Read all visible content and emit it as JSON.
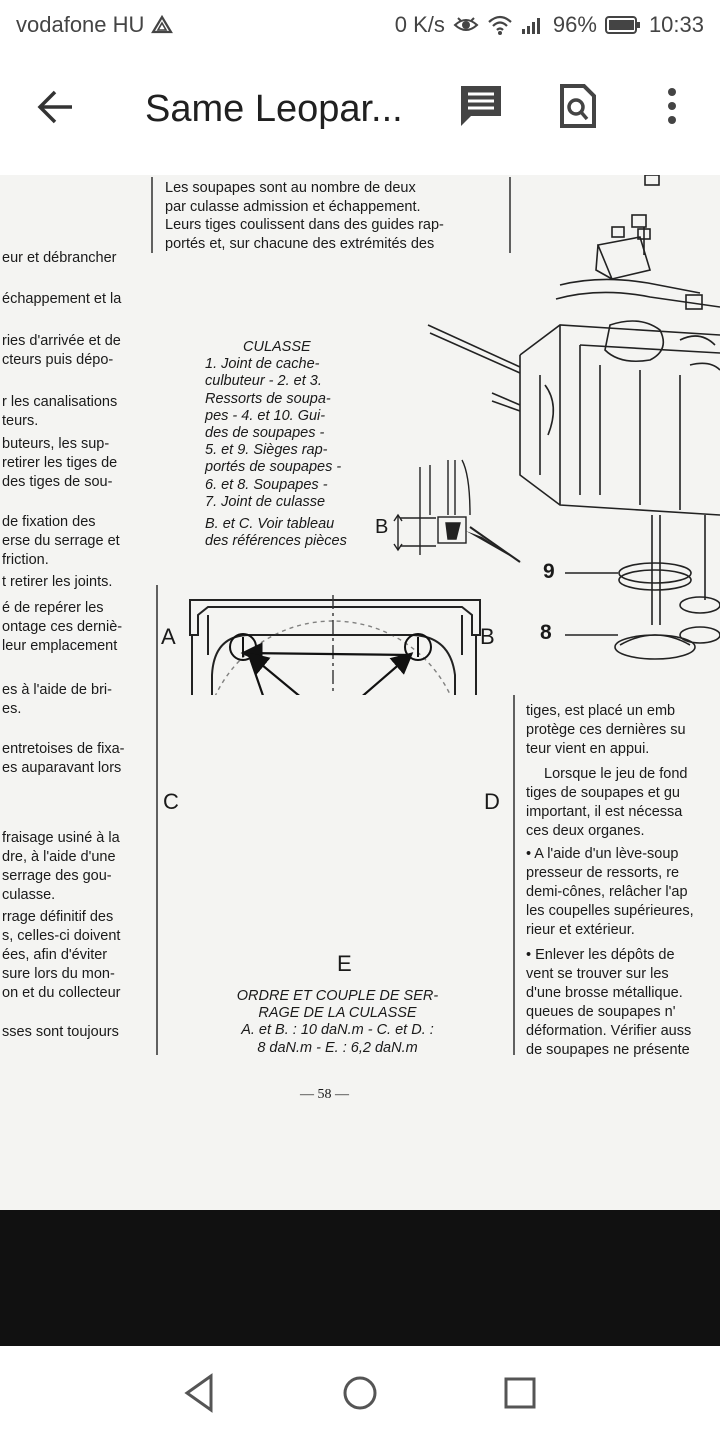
{
  "status": {
    "carrier": "vodafone HU",
    "net_speed": "0 K/s",
    "battery": "96%",
    "time": "10:33"
  },
  "appbar": {
    "title": "Same Leopar..."
  },
  "page": {
    "top_paragraph": [
      "Les soupapes sont au nombre de deux",
      "par culasse admission et échappement.",
      "Leurs tiges coulissent dans des guides rap-",
      "portés et, sur chacune des extrémités des"
    ],
    "left_column": [
      "eur et débrancher",
      "échappement et la",
      "ries d'arrivée et de",
      "cteurs puis dépo-",
      "r les canalisations",
      "teurs.",
      "buteurs, les sup-",
      "retirer les tiges de",
      "des tiges de sou-",
      "de fixation des",
      "erse du serrage et",
      "friction.",
      "t retirer les joints.",
      "é de repérer les",
      "ontage ces derniè-",
      "leur emplacement",
      "es à l'aide de bri-",
      "es.",
      "entretoises de fixa-",
      "es auparavant lors",
      "fraisage usiné à la",
      "dre, à l'aide d'une",
      "serrage des gou-",
      "culasse.",
      "rrage définitif des",
      "s, celles-ci doivent",
      "ées, afin d'éviter",
      "sure lors du mon-",
      "on et du collecteur",
      "sses sont toujours"
    ],
    "legend": [
      "CULASSE",
      "1. Joint de cache-",
      "culbuteur - 2. et 3.",
      "Ressorts de soupa-",
      "pes - 4. et 10. Gui-",
      "des de soupapes -",
      "5. et 9. Sièges rap-",
      "portés de soupapes -",
      "6. et 8. Soupapes -",
      "7. Joint de culasse",
      "B. et C. Voir tableau",
      "des références pièces"
    ],
    "diagram_labels": {
      "a": "A",
      "b": "B",
      "c": "C",
      "d": "D",
      "e": "E",
      "b_small": "B",
      "part_9": "9",
      "part_8": "8"
    },
    "caption": [
      "ORDRE ET COUPLE DE SER-",
      "RAGE DE LA CULASSE",
      "A. et B. : 10 daN.m - C. et D. :",
      "8 daN.m - E. : 6,2 daN.m"
    ],
    "right_column": [
      "tiges, est placé un emb",
      "protège ces dernières su",
      "teur vient en appui.",
      "Lorsque le jeu de fond",
      "tiges de soupapes et gu",
      "important, il est nécessa",
      "ces deux organes.",
      "• A l'aide d'un lève-soup",
      "presseur de ressorts, re",
      "demi-cônes, relâcher l'ap",
      "les coupelles supérieures,",
      "rieur et extérieur.",
      "• Enlever les dépôts de",
      "vent se trouver sur les",
      "d'une brosse métallique.",
      "queues de soupapes n'",
      "déformation. Vérifier auss",
      "de soupapes ne présente"
    ],
    "page_number": "— 58 —"
  },
  "icons": {
    "back": "arrow-left-icon",
    "comment": "comment-icon",
    "search_doc": "search-document-icon",
    "more": "more-vert-icon",
    "nav_back": "triangle-back-icon",
    "nav_home": "circle-home-icon",
    "nav_recent": "square-recent-icon"
  },
  "colors": {
    "ink": "#1a1a1a",
    "paper": "#f4f4f2",
    "bar": "#ffffff",
    "band": "#111111"
  }
}
